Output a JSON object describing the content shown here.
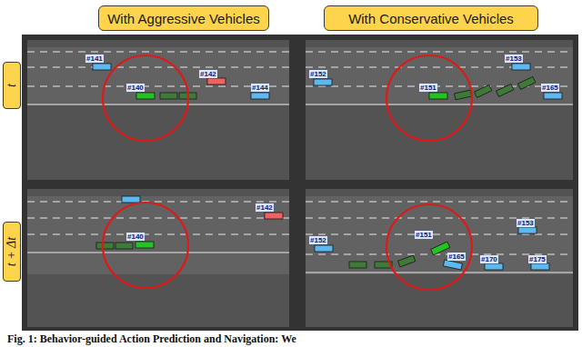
{
  "diagram": {
    "caption": "Fig. 1: Behavior-guided Action Prediction and Navigation: We",
    "nodes": [
      {
        "text": [
          "With Aggressive Vehicles"
        ]
      },
      {
        "text": [
          "With Conservative Vehicles"
        ]
      },
      {
        "text": [
          "t"
        ]
      },
      {
        "text": [
          "t + Δt"
        ]
      }
    ],
    "labels": [
      "#141",
      "#140",
      "#142",
      "#144",
      "#152",
      "#151",
      "#153",
      "#165",
      "#140",
      "#142",
      "#152",
      "#153",
      "#151",
      "#165",
      "#170",
      "#175"
    ]
  }
}
